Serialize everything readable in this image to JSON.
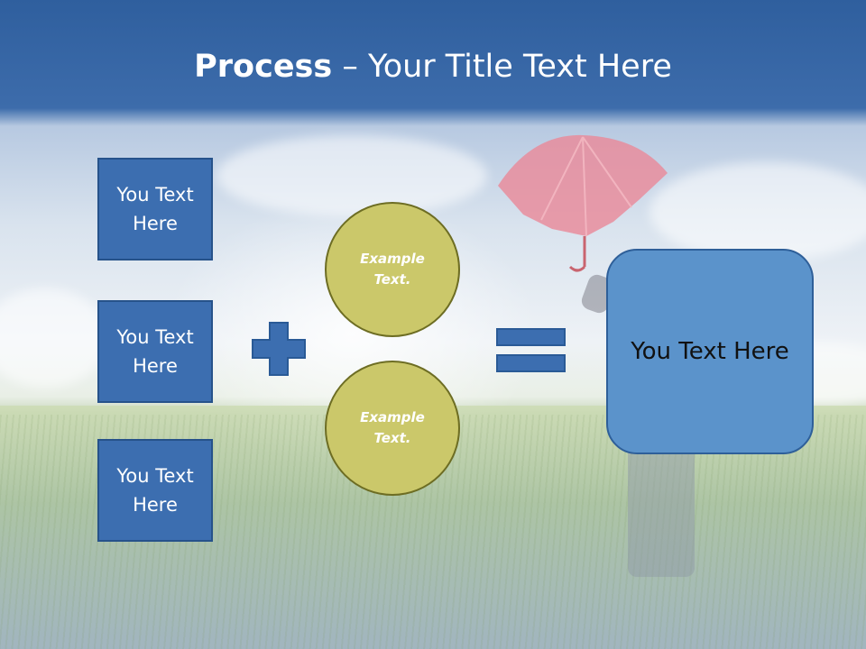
{
  "title": {
    "bold": "Process",
    "rest": " – Your Title Text Here"
  },
  "left_boxes": [
    {
      "label": "You Text Here"
    },
    {
      "label": "You Text Here"
    },
    {
      "label": "You Text Here"
    }
  ],
  "circles": [
    {
      "label": "Example Text."
    },
    {
      "label": "Example Text."
    }
  ],
  "operators": {
    "plus_icon": "plus-icon",
    "equals_icon": "equals-icon"
  },
  "result_box": {
    "label": "You Text Here"
  },
  "colors": {
    "title_bar": "#2f5f9e",
    "box_fill": "#3c6eb0",
    "circle_fill": "#cbc86a",
    "result_fill": "#5b93cb",
    "umbrella": "#e98a9a"
  }
}
